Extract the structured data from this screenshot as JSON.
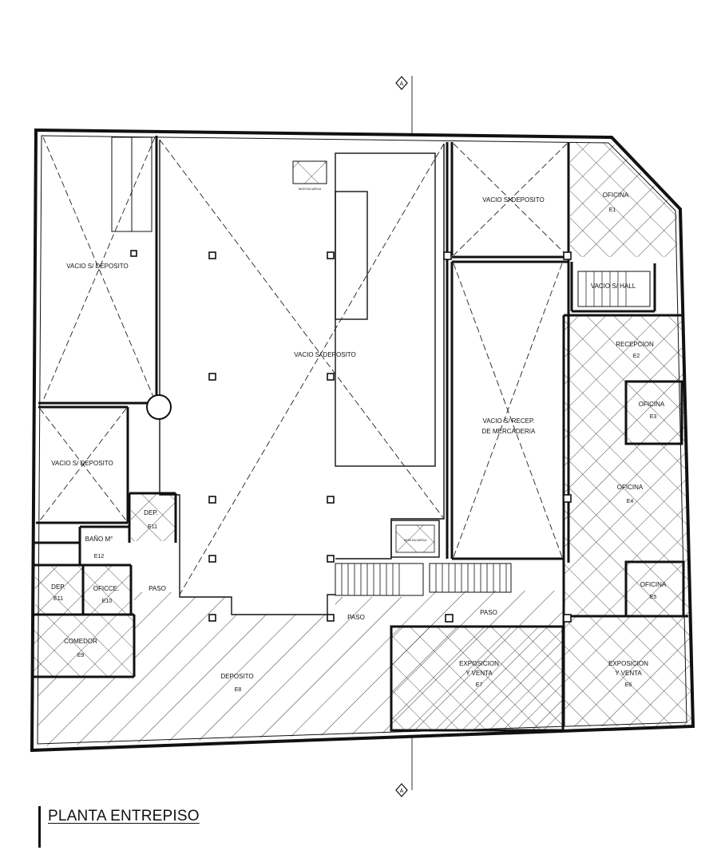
{
  "plan": {
    "title": "PLANTA ENTREPISO",
    "section_marker": "A",
    "rooms": [
      {
        "label": "VACIO S/ DEPOSITO"
      },
      {
        "label": "VACIO S/ DEPOSITO"
      },
      {
        "label": "VACIO S/ DEPOSITO"
      },
      {
        "label": "VACIO S/ DEPOSITO"
      },
      {
        "label": "VACIO S/ RECEP.",
        "label2": "DE MERCADERIA"
      },
      {
        "label": "OFICINA",
        "code": "E1"
      },
      {
        "label": "RECEPCION",
        "code": "E2"
      },
      {
        "label": "OFICINA",
        "code": "E3"
      },
      {
        "label": "OFICINA",
        "code": "E4"
      },
      {
        "label": "OFICINA",
        "code": "E5"
      },
      {
        "label": "EXPOSICION",
        "label2": "Y VENTA",
        "code": "E6"
      },
      {
        "label": "EXPOSICION",
        "label2": "Y VENTA",
        "code": "E7"
      },
      {
        "label": "DEPOSITO",
        "code": "E8"
      },
      {
        "label": "COMEDOR",
        "code": "E9"
      },
      {
        "label": "DEP.",
        "code": "E11"
      },
      {
        "label": "DEP.",
        "code": "E11"
      },
      {
        "label": "OFICCE.",
        "code": "E10"
      },
      {
        "label": "BAÑO M°"
      },
      {
        "label": "E12"
      },
      {
        "label": "VACIO S/ HALL"
      }
    ],
    "paso_labels": [
      "PASO",
      "PASO",
      "PASO"
    ],
    "montacarga": "MONTACARGA"
  }
}
